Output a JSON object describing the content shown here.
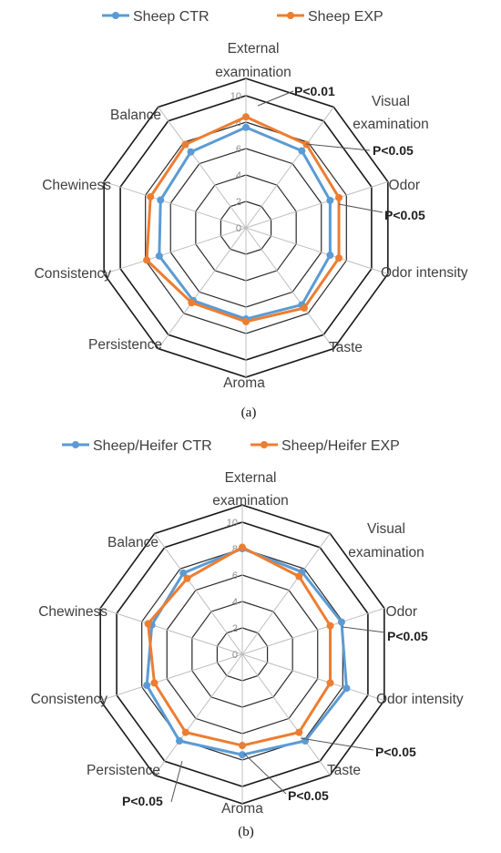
{
  "chart_data": [
    {
      "type": "radar",
      "panel_label": "(a)",
      "categories": [
        "External examination",
        "Visual examination",
        "Odor",
        "Odor intensity",
        "Taste",
        "Aroma",
        "Persistence",
        "Consistency",
        "Chewiness",
        "Balance"
      ],
      "rlim": [
        0,
        10
      ],
      "ticks": [
        "0",
        "2",
        "4",
        "6",
        "8",
        "10"
      ],
      "grid": true,
      "legend_position": "top",
      "series": [
        {
          "name": "Sheep CTR",
          "color": "#5b9bd5",
          "values": [
            7.6,
            7.2,
            6.7,
            6.7,
            7.2,
            6.9,
            6.8,
            6.9,
            6.8,
            7.1
          ]
        },
        {
          "name": "Sheep EXP",
          "color": "#ed7d31",
          "values": [
            8.4,
            7.8,
            7.4,
            7.4,
            7.5,
            7.1,
            7.0,
            7.9,
            7.6,
            7.8
          ]
        }
      ],
      "annotations": [
        {
          "category": "External examination",
          "text": "P<0.01"
        },
        {
          "category": "Visual examination",
          "text": "P<0.05"
        },
        {
          "category": "Odor",
          "text": "P<0.05"
        }
      ]
    },
    {
      "type": "radar",
      "panel_label": "(b)",
      "categories": [
        "External examination",
        "Visual examination",
        "Odor",
        "Odor intensity",
        "Taste",
        "Aroma",
        "Persistence",
        "Consistency",
        "Chewiness",
        "Balance"
      ],
      "rlim": [
        0,
        10
      ],
      "ticks": [
        "0",
        "2",
        "4",
        "6",
        "8",
        "10"
      ],
      "grid": true,
      "legend_position": "top",
      "series": [
        {
          "name": "Sheep/Heifer CTR",
          "color": "#5b9bd5",
          "values": [
            8.0,
            7.7,
            7.9,
            8.3,
            8.1,
            7.6,
            8.1,
            7.6,
            7.2,
            7.6
          ]
        },
        {
          "name": "Sheep/Heifer EXP",
          "color": "#ed7d31",
          "values": [
            8.1,
            7.3,
            7.0,
            7.0,
            7.3,
            6.9,
            7.3,
            7.0,
            7.5,
            7.1
          ]
        }
      ],
      "annotations": [
        {
          "category": "Odor",
          "text": "P<0.05"
        },
        {
          "category": "Taste",
          "text": "P<0.05"
        },
        {
          "category": "Aroma",
          "text": "P<0.05"
        },
        {
          "category": "Persistence",
          "text": "P<0.05"
        }
      ]
    }
  ]
}
